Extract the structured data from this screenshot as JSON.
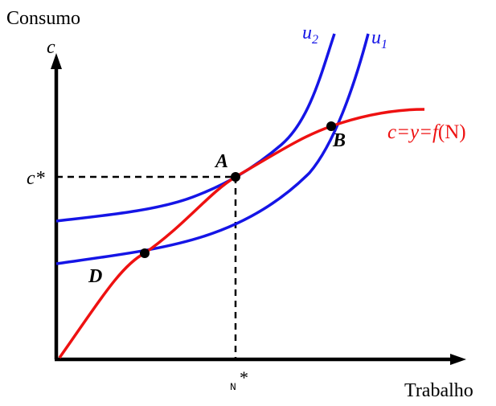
{
  "colors": {
    "axis": "#000000",
    "indifference_curve": "#1515e6",
    "production_function": "#ee1111",
    "point": "#000000",
    "guide": "#000000",
    "label_text": "#000000"
  },
  "axes": {
    "y_title": "Consumo",
    "y_symbol": "c",
    "x_title": "Trabalho"
  },
  "equilibrium": {
    "c_label": "c*",
    "n_label": "N",
    "n_superscript": "*"
  },
  "curves": {
    "u1": {
      "base": "u",
      "subscript": "1"
    },
    "u2": {
      "base": "u",
      "subscript": "2"
    },
    "production": {
      "pre": "c=y=",
      "f": "f",
      "arg": "(N)"
    }
  },
  "points": {
    "A": "A",
    "B": "B",
    "D": "D"
  }
}
